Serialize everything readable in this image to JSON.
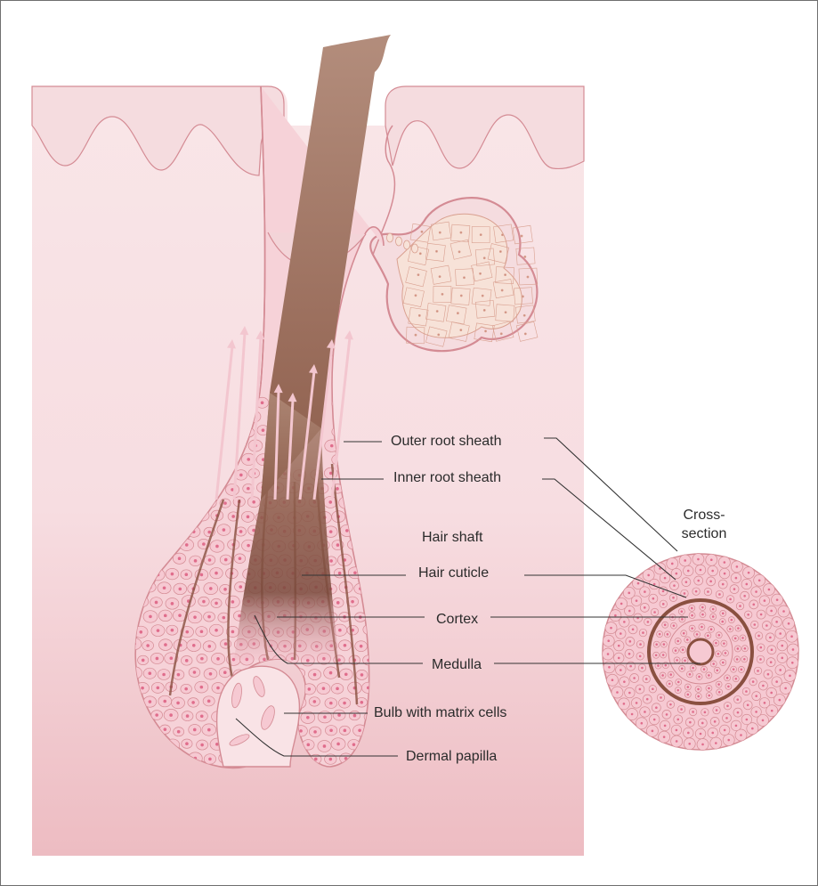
{
  "labels": {
    "outer_root_sheath": "Outer root sheath",
    "inner_root_sheath": "Inner root sheath",
    "hair_shaft": "Hair shaft",
    "hair_cuticle": "Hair cuticle",
    "cortex": "Cortex",
    "medulla": "Medulla",
    "bulb_matrix": "Bulb with matrix cells",
    "dermal_papilla": "Dermal papilla",
    "cross_section_line1": "Cross-",
    "cross_section_line2": "section"
  },
  "colors": {
    "skin_light": "#f9e6e8",
    "skin_dark": "#edbcc2",
    "epidermis": "#f5dcdf",
    "outline": "#d48b94",
    "hair_top": "#b08a78",
    "hair_mid": "#8a5a48",
    "hair_dark": "#6b3e30",
    "cell_fill": "#f6c9d2",
    "cell_nucleus": "#e06d8c",
    "leader_line": "#333333"
  }
}
